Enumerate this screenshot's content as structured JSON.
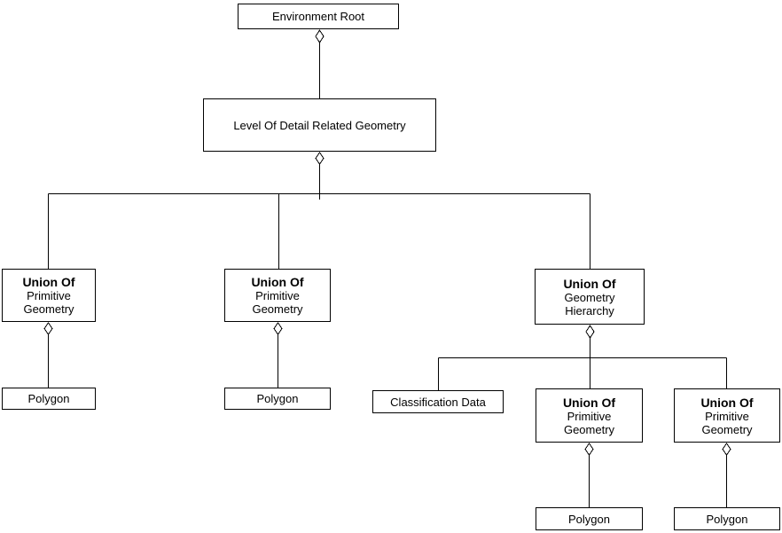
{
  "diagram": {
    "background_color": "#ffffff",
    "line_color": "#000000",
    "box_fill": "#ffffff",
    "box_border": "#000000",
    "nodes": {
      "environment_root": {
        "label": "Environment Root"
      },
      "lod_related_geometry": {
        "label": "Level Of Detail Related Geometry"
      },
      "union_primitive_1": {
        "title": "Union Of",
        "line2": "Primitive",
        "line3": "Geometry"
      },
      "union_primitive_2": {
        "title": "Union Of",
        "line2": "Primitive",
        "line3": "Geometry"
      },
      "union_hierarchy": {
        "title": "Union Of",
        "line2": "Geometry",
        "line3": "Hierarchy"
      },
      "polygon_1": {
        "label": "Polygon"
      },
      "polygon_2": {
        "label": "Polygon"
      },
      "classification_data": {
        "label": "Classification Data"
      },
      "union_primitive_3": {
        "title": "Union Of",
        "line2": "Primitive",
        "line3": "Geometry"
      },
      "union_primitive_4": {
        "title": "Union Of",
        "line2": "Primitive",
        "line3": "Geometry"
      },
      "polygon_3": {
        "label": "Polygon"
      },
      "polygon_4": {
        "label": "Polygon"
      }
    },
    "edges": [
      {
        "from": "environment_root",
        "to": "lod_related_geometry",
        "type": "aggregation-diamond"
      },
      {
        "from": "lod_related_geometry",
        "to": "union_primitive_1",
        "type": "aggregation-diamond"
      },
      {
        "from": "lod_related_geometry",
        "to": "union_primitive_2",
        "type": "aggregation-diamond"
      },
      {
        "from": "lod_related_geometry",
        "to": "union_hierarchy",
        "type": "aggregation-diamond"
      },
      {
        "from": "union_primitive_1",
        "to": "polygon_1",
        "type": "aggregation-diamond"
      },
      {
        "from": "union_primitive_2",
        "to": "polygon_2",
        "type": "aggregation-diamond"
      },
      {
        "from": "union_hierarchy",
        "to": "classification_data",
        "type": "aggregation-diamond"
      },
      {
        "from": "union_hierarchy",
        "to": "union_primitive_3",
        "type": "aggregation-diamond"
      },
      {
        "from": "union_hierarchy",
        "to": "union_primitive_4",
        "type": "aggregation-diamond"
      },
      {
        "from": "union_primitive_3",
        "to": "polygon_3",
        "type": "aggregation-diamond"
      },
      {
        "from": "union_primitive_4",
        "to": "polygon_4",
        "type": "aggregation-diamond"
      }
    ]
  }
}
